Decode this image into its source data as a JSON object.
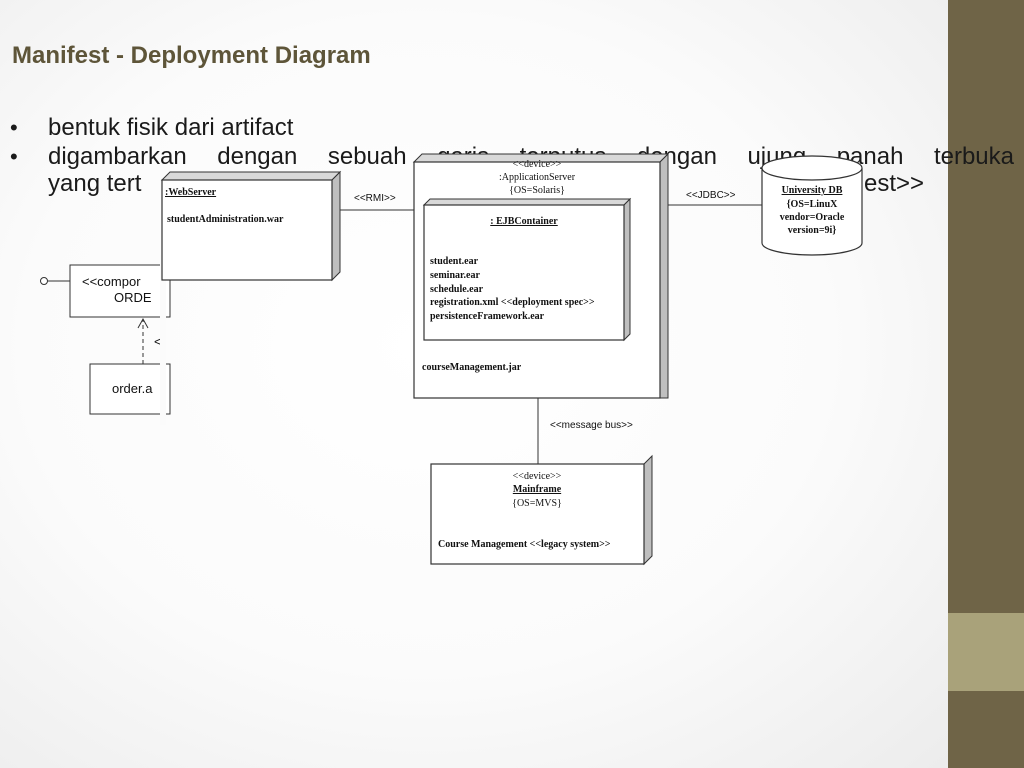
{
  "slide": {
    "title": "Manifest - Deployment Diagram",
    "bullets": [
      "bentuk fisik dari artifact",
      "digambarkan dengan sebuah garis terputus dengan ujung panah terbuka",
      "yang tert",
      "est>>"
    ]
  },
  "diagram": {
    "left_component": {
      "line1": "<<compor",
      "line2": "ORDE"
    },
    "left_artifact": {
      "label": "order.a"
    },
    "left_arrow_label": "<",
    "webserver": {
      "name": ":WebServer",
      "artifact": "studentAdministration.war"
    },
    "rmi_label": "<<RMI>>",
    "appserver": {
      "stereotype": "<<device>>",
      "name": ":ApplicationServer",
      "props": "{OS=Solaris}",
      "artifact": "courseManagement.jar",
      "container": {
        "name": ": EJBContainer",
        "items": [
          "student.ear",
          "seminar.ear",
          "schedule.ear",
          "registration.xml <<deployment spec>>",
          "persistenceFramework.ear"
        ]
      }
    },
    "jdbc_label": "<<JDBC>>",
    "db": {
      "name": "University DB",
      "props": [
        "{OS=LinuX",
        "vendor=Oracle",
        "version=9i}"
      ]
    },
    "message_bus_label": "<<message bus>>",
    "mainframe": {
      "stereotype": "<<device>>",
      "name": "Mainframe",
      "props": "{OS=MVS}",
      "artifact": "Course Management <<legacy system>>"
    }
  },
  "theme": {
    "sidebar_dark": "#6f6447",
    "sidebar_light": "#a9a27a",
    "title_color": "#5e5539"
  }
}
